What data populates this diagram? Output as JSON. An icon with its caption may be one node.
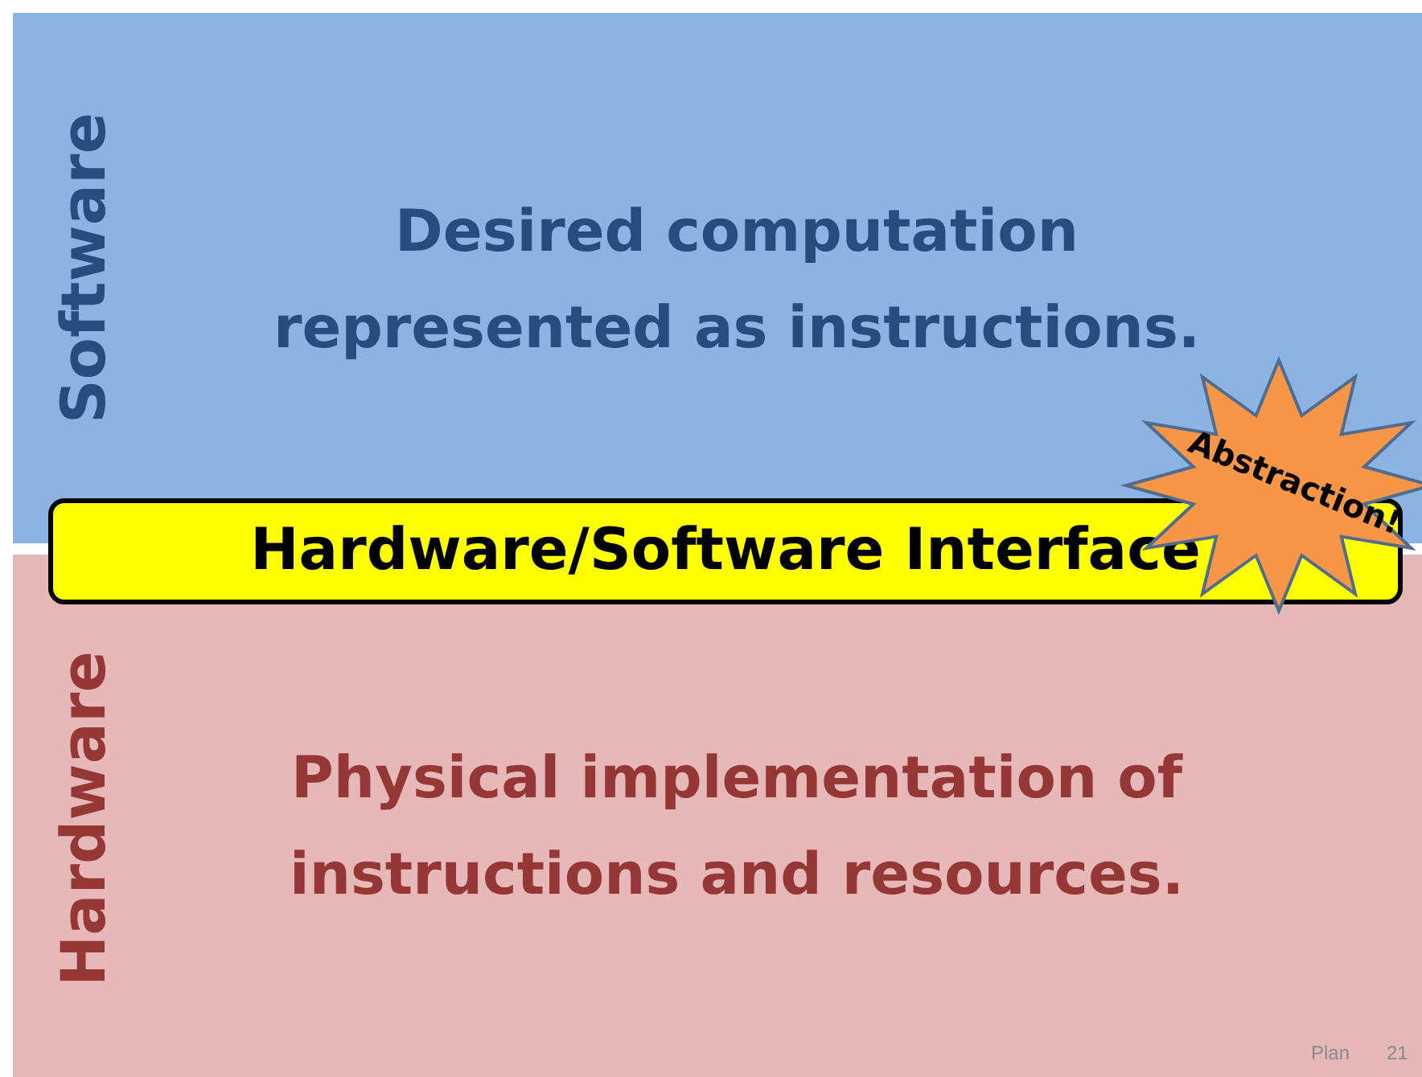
{
  "diagram": {
    "nodes": [
      {
        "text": [
          "Software",
          "Desired computation represented as instructions."
        ]
      },
      {
        "text": [
          "Hardware/Software Interface"
        ]
      },
      {
        "text": [
          "Hardware",
          "Physical implementation of instructions and resources."
        ]
      },
      {
        "text": [
          "Abstraction!"
        ]
      }
    ],
    "labels": [
      "Plan",
      "21"
    ]
  }
}
